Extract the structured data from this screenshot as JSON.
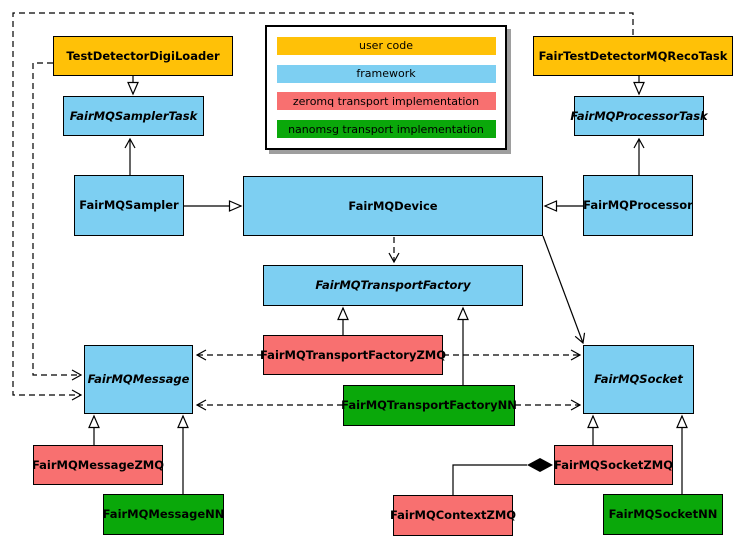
{
  "diagram": {
    "kind": "UML class diagram",
    "subject": "FairMQ framework classes and transport implementations"
  },
  "colors": {
    "user_code": "#FFC107",
    "framework": "#7DCFF2",
    "zeromq": "#F87070",
    "nanomsg": "#0AA80A",
    "line": "#000000",
    "background": "#ffffff"
  },
  "legend": {
    "items": [
      {
        "label": "user code",
        "color": "#FFC107"
      },
      {
        "label": "framework",
        "color": "#7DCFF2"
      },
      {
        "label": "zeromq transport implementation",
        "color": "#F87070"
      },
      {
        "label": "nanomsg transport implementation",
        "color": "#0AA80A"
      }
    ]
  },
  "nodes": {
    "digiloader": {
      "label": "TestDetectorDigiLoader",
      "category": "user code",
      "abstract": false
    },
    "recotask": {
      "label": "FairTestDetectorMQRecoTask",
      "category": "user code",
      "abstract": false
    },
    "samplertask": {
      "label": "FairMQSamplerTask",
      "category": "framework",
      "abstract": true
    },
    "processortask": {
      "label": "FairMQProcessorTask",
      "category": "framework",
      "abstract": true
    },
    "sampler": {
      "label": "FairMQSampler",
      "category": "framework",
      "abstract": false
    },
    "device": {
      "label": "FairMQDevice",
      "category": "framework",
      "abstract": false
    },
    "processor": {
      "label": "FairMQProcessor",
      "category": "framework",
      "abstract": false
    },
    "transportfactory": {
      "label": "FairMQTransportFactory",
      "category": "framework",
      "abstract": true
    },
    "tfzmq": {
      "label": "FairMQTransportFactoryZMQ",
      "category": "zeromq",
      "abstract": false
    },
    "tfnn": {
      "label": "FairMQTransportFactoryNN",
      "category": "nanomsg",
      "abstract": false
    },
    "message": {
      "label": "FairMQMessage",
      "category": "framework",
      "abstract": true
    },
    "socket": {
      "label": "FairMQSocket",
      "category": "framework",
      "abstract": true
    },
    "messagezmq": {
      "label": "FairMQMessageZMQ",
      "category": "zeromq",
      "abstract": false
    },
    "messagenn": {
      "label": "FairMQMessageNN",
      "category": "nanomsg",
      "abstract": false
    },
    "contextzmq": {
      "label": "FairMQContextZMQ",
      "category": "zeromq",
      "abstract": false
    },
    "socketzmq": {
      "label": "FairMQSocketZMQ",
      "category": "zeromq",
      "abstract": false
    },
    "socketnn": {
      "label": "FairMQSocketNN",
      "category": "nanomsg",
      "abstract": false
    }
  },
  "edges": [
    {
      "from": "TestDetectorDigiLoader",
      "to": "FairMQSamplerTask",
      "type": "inheritance-triangle",
      "style": "solid"
    },
    {
      "from": "FairTestDetectorMQRecoTask",
      "to": "FairMQProcessorTask",
      "type": "inheritance-triangle",
      "style": "solid"
    },
    {
      "from": "FairMQSampler",
      "to": "FairMQDevice",
      "type": "inheritance-triangle",
      "style": "solid"
    },
    {
      "from": "FairMQProcessor",
      "to": "FairMQDevice",
      "type": "inheritance-triangle",
      "style": "solid"
    },
    {
      "from": "FairMQSampler",
      "to": "FairMQSamplerTask",
      "type": "arrow",
      "style": "solid"
    },
    {
      "from": "FairMQProcessor",
      "to": "FairMQProcessorTask",
      "type": "arrow",
      "style": "solid"
    },
    {
      "from": "FairMQDevice",
      "to": "FairMQTransportFactory",
      "type": "arrow",
      "style": "dashed"
    },
    {
      "from": "FairMQDevice",
      "to": "FairMQSocket",
      "type": "arrow",
      "style": "solid"
    },
    {
      "from": "FairMQTransportFactoryZMQ",
      "to": "FairMQTransportFactory",
      "type": "inheritance-triangle",
      "style": "solid"
    },
    {
      "from": "FairMQTransportFactoryNN",
      "to": "FairMQTransportFactory",
      "type": "inheritance-triangle",
      "style": "solid"
    },
    {
      "from": "FairMQTransportFactoryZMQ",
      "to": "FairMQMessage",
      "type": "arrow",
      "style": "dashed"
    },
    {
      "from": "FairMQTransportFactoryZMQ",
      "to": "FairMQSocket",
      "type": "arrow",
      "style": "dashed"
    },
    {
      "from": "FairMQTransportFactoryNN",
      "to": "FairMQMessage",
      "type": "arrow",
      "style": "dashed"
    },
    {
      "from": "FairMQTransportFactoryNN",
      "to": "FairMQSocket",
      "type": "arrow",
      "style": "dashed"
    },
    {
      "from": "TestDetectorDigiLoader",
      "to": "FairMQMessage",
      "type": "arrow",
      "style": "dashed"
    },
    {
      "from": "FairTestDetectorMQRecoTask",
      "to": "FairMQMessage",
      "type": "arrow",
      "style": "dashed"
    },
    {
      "from": "FairMQMessageZMQ",
      "to": "FairMQMessage",
      "type": "inheritance-triangle",
      "style": "solid"
    },
    {
      "from": "FairMQMessageNN",
      "to": "FairMQMessage",
      "type": "inheritance-triangle",
      "style": "solid"
    },
    {
      "from": "FairMQSocketZMQ",
      "to": "FairMQSocket",
      "type": "inheritance-triangle",
      "style": "solid"
    },
    {
      "from": "FairMQSocketNN",
      "to": "FairMQSocket",
      "type": "inheritance-triangle",
      "style": "solid"
    },
    {
      "from": "FairMQContextZMQ",
      "to": "FairMQSocketZMQ",
      "type": "aggregation-diamond",
      "style": "solid"
    }
  ]
}
